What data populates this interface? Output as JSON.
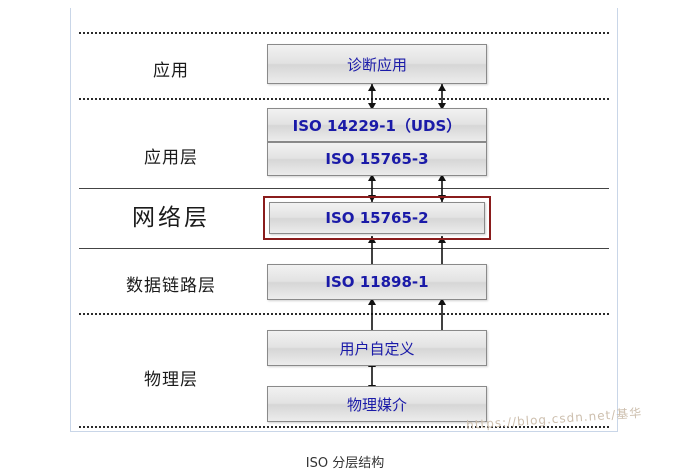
{
  "caption": "ISO 分层结构",
  "watermark": "https://blog.csdn.net/基华",
  "colors": {
    "box_text": "#1a1aa8",
    "highlight_border": "#8a1c1c",
    "frame_border": "#c9d6e8",
    "separator": "#2b2b2b"
  },
  "layers": [
    {
      "name": "应用",
      "style": "normal"
    },
    {
      "name": "应用层",
      "style": "normal"
    },
    {
      "name": "网络层",
      "style": "big"
    },
    {
      "name": "数据链路层",
      "style": "normal"
    },
    {
      "name": "物理层",
      "style": "normal"
    }
  ],
  "boxes": [
    {
      "label": "诊断应用",
      "bold": false
    },
    {
      "label": "ISO 14229-1（UDS）",
      "bold": true
    },
    {
      "label": "ISO 15765-3",
      "bold": true
    },
    {
      "label": "ISO 15765-2",
      "bold": true,
      "highlighted": true
    },
    {
      "label": "ISO 11898-1",
      "bold": true
    },
    {
      "label": "用户自定义",
      "bold": false
    },
    {
      "label": "物理媒介",
      "bold": false
    }
  ],
  "arrows": {
    "left_name": "down-up-arrow-left",
    "right_name": "down-up-arrow-right",
    "count": 9
  }
}
